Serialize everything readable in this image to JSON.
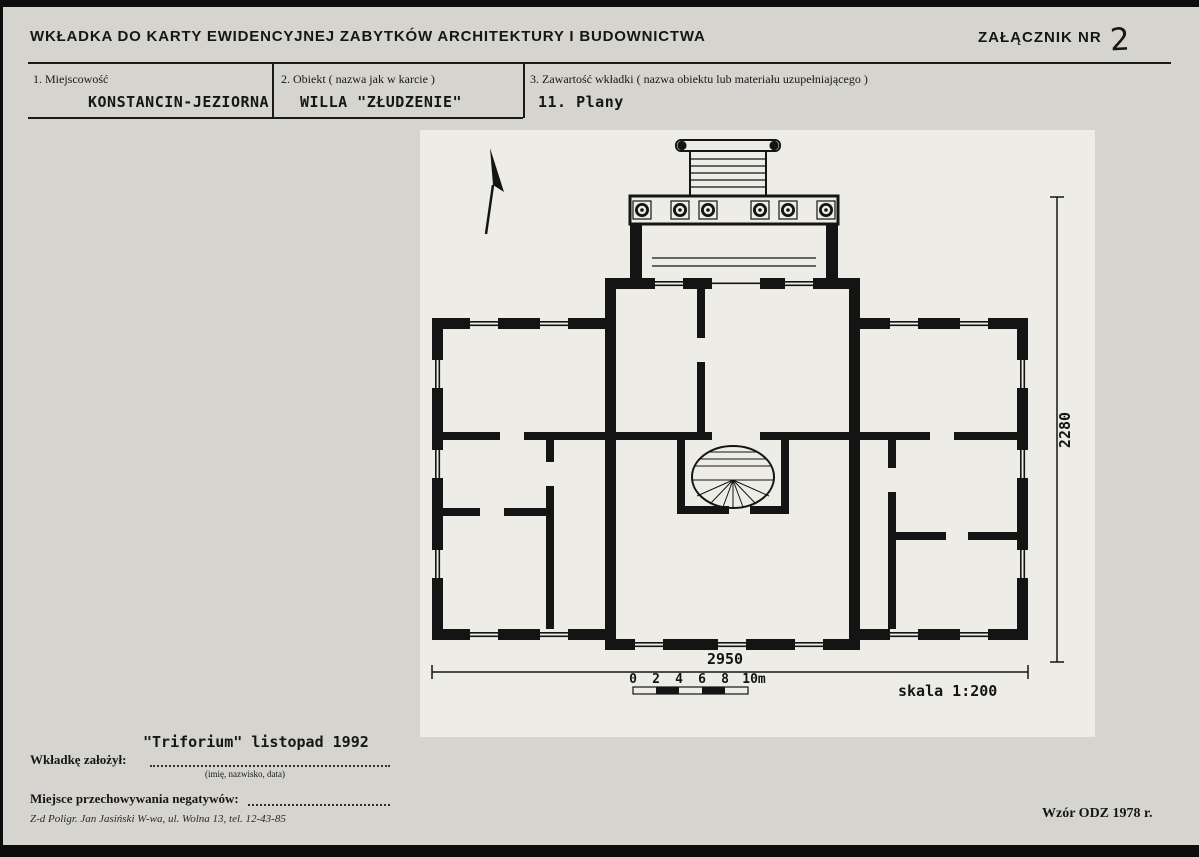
{
  "header": {
    "title": "WKŁADKA DO KARTY EWIDENCYJNEJ ZABYTKÓW ARCHITEKTURY I BUDOWNICTWA",
    "attachment_label": "ZAŁĄCZNIK NR",
    "attachment_number": "2"
  },
  "fields": {
    "location": {
      "label": "1. Miejscowość",
      "value": "KONSTANCIN-JEZIORNA"
    },
    "object": {
      "label": "2. Obiekt ( nazwa jak w karcie )",
      "value": "WILLA \"ZŁUDZENIE\""
    },
    "content": {
      "label": "3. Zawartość wkładki ( nazwa obiektu lub materiału uzupełniającego )",
      "value": "11. Plany"
    }
  },
  "plan": {
    "dim_width": "2950",
    "dim_height": "2280",
    "scale_label": "skala 1:200",
    "scale_ticks": [
      "0",
      "2",
      "4",
      "6",
      "8",
      "10m"
    ]
  },
  "footer": {
    "author_note": "\"Triforium\" listopad 1992",
    "founded_label": "Wkładkę założył:",
    "founded_hint": "(imię, nazwisko, data)",
    "negatives_label": "Miejsce przechowywania negatywów:",
    "printer_note": "Z-d Poligr. Jan Jasiński W-wa, ul. Wolna 13, tel. 12-43-85",
    "form_note": "Wzór ODZ 1978 r."
  }
}
